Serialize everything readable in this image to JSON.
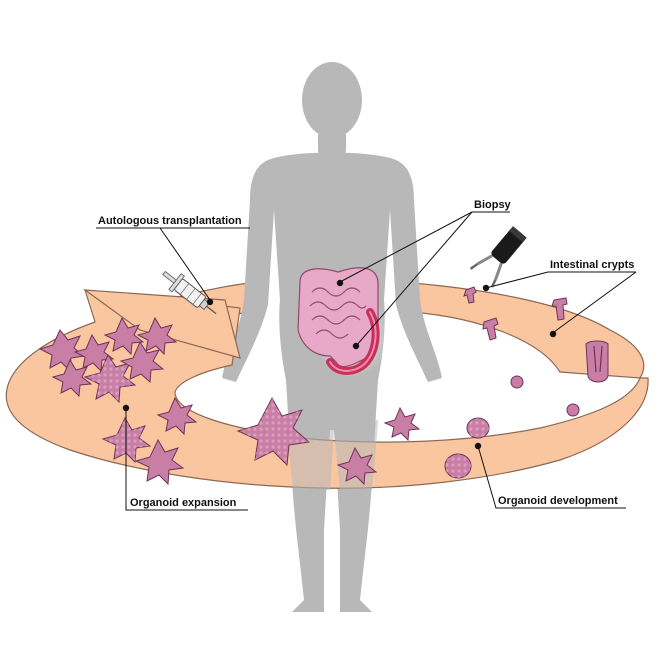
{
  "labels": {
    "autologous": "Autologous transplantation",
    "biopsy": "Biopsy",
    "crypts": "Intestinal crypts",
    "expansion": "Organoid expansion",
    "development": "Organoid development"
  },
  "colors": {
    "body": "#b8b8b8",
    "cycle_band": "#f9c6a0",
    "cycle_edge": "#8a6a55",
    "organoid": "#c97fa5",
    "organoid_edge": "#6e3457",
    "intestine": "#e8a8c8",
    "colon": "#c8305c",
    "leader": "#111111"
  },
  "icons": [
    "syringe-icon",
    "biopsy-forceps-icon",
    "intestine-icon",
    "human-silhouette-icon"
  ]
}
